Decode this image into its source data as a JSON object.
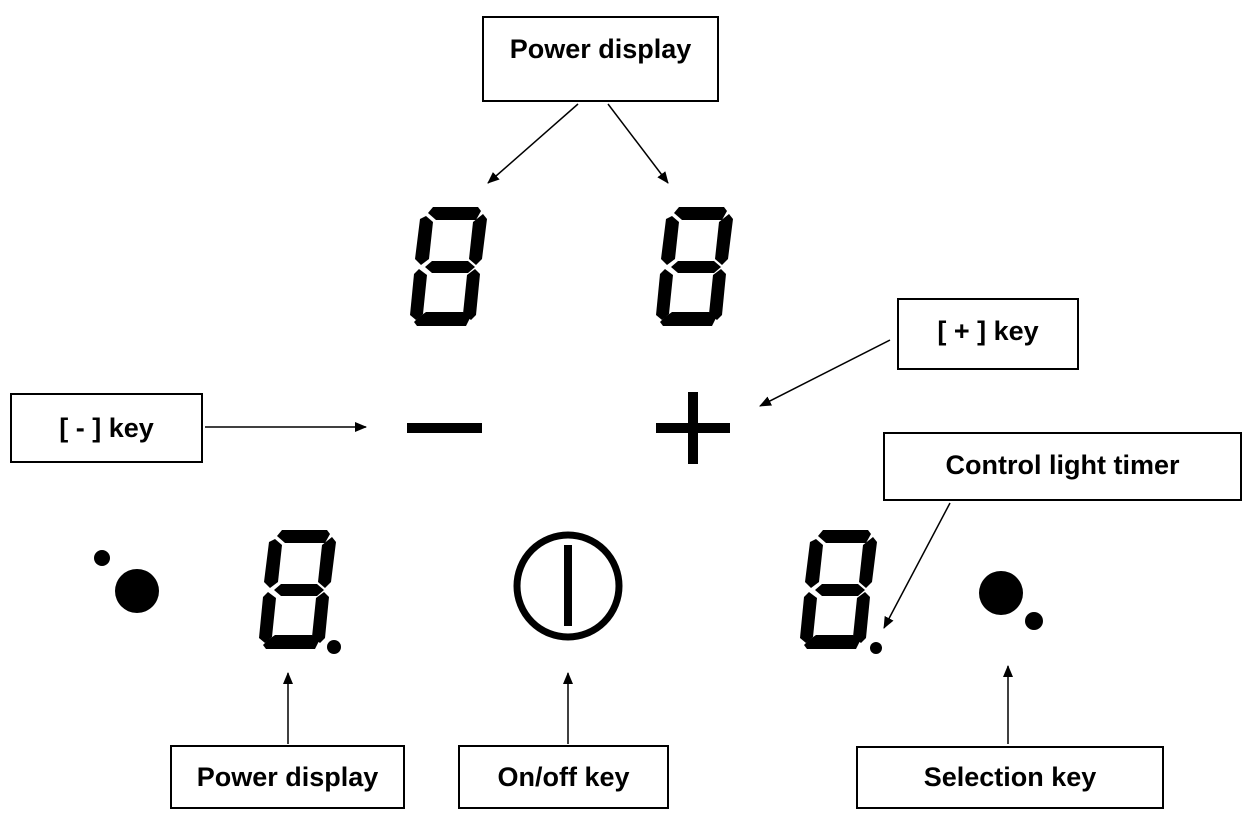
{
  "labels": {
    "power_display_top": "Power display",
    "plus_key": "[ + ] key",
    "minus_key": "[ - ] key",
    "control_light_timer": "Control light timer",
    "power_display_bottom": "Power display",
    "on_off_key": "On/off key",
    "selection_key": "Selection key"
  },
  "colors": {
    "ink": "#000000",
    "background": "#ffffff"
  },
  "icons": {
    "display": "seven-segment-digit-icon",
    "minus": "minus-icon",
    "plus": "plus-icon",
    "power": "power-icon",
    "selection": "selection-dot-icon"
  }
}
